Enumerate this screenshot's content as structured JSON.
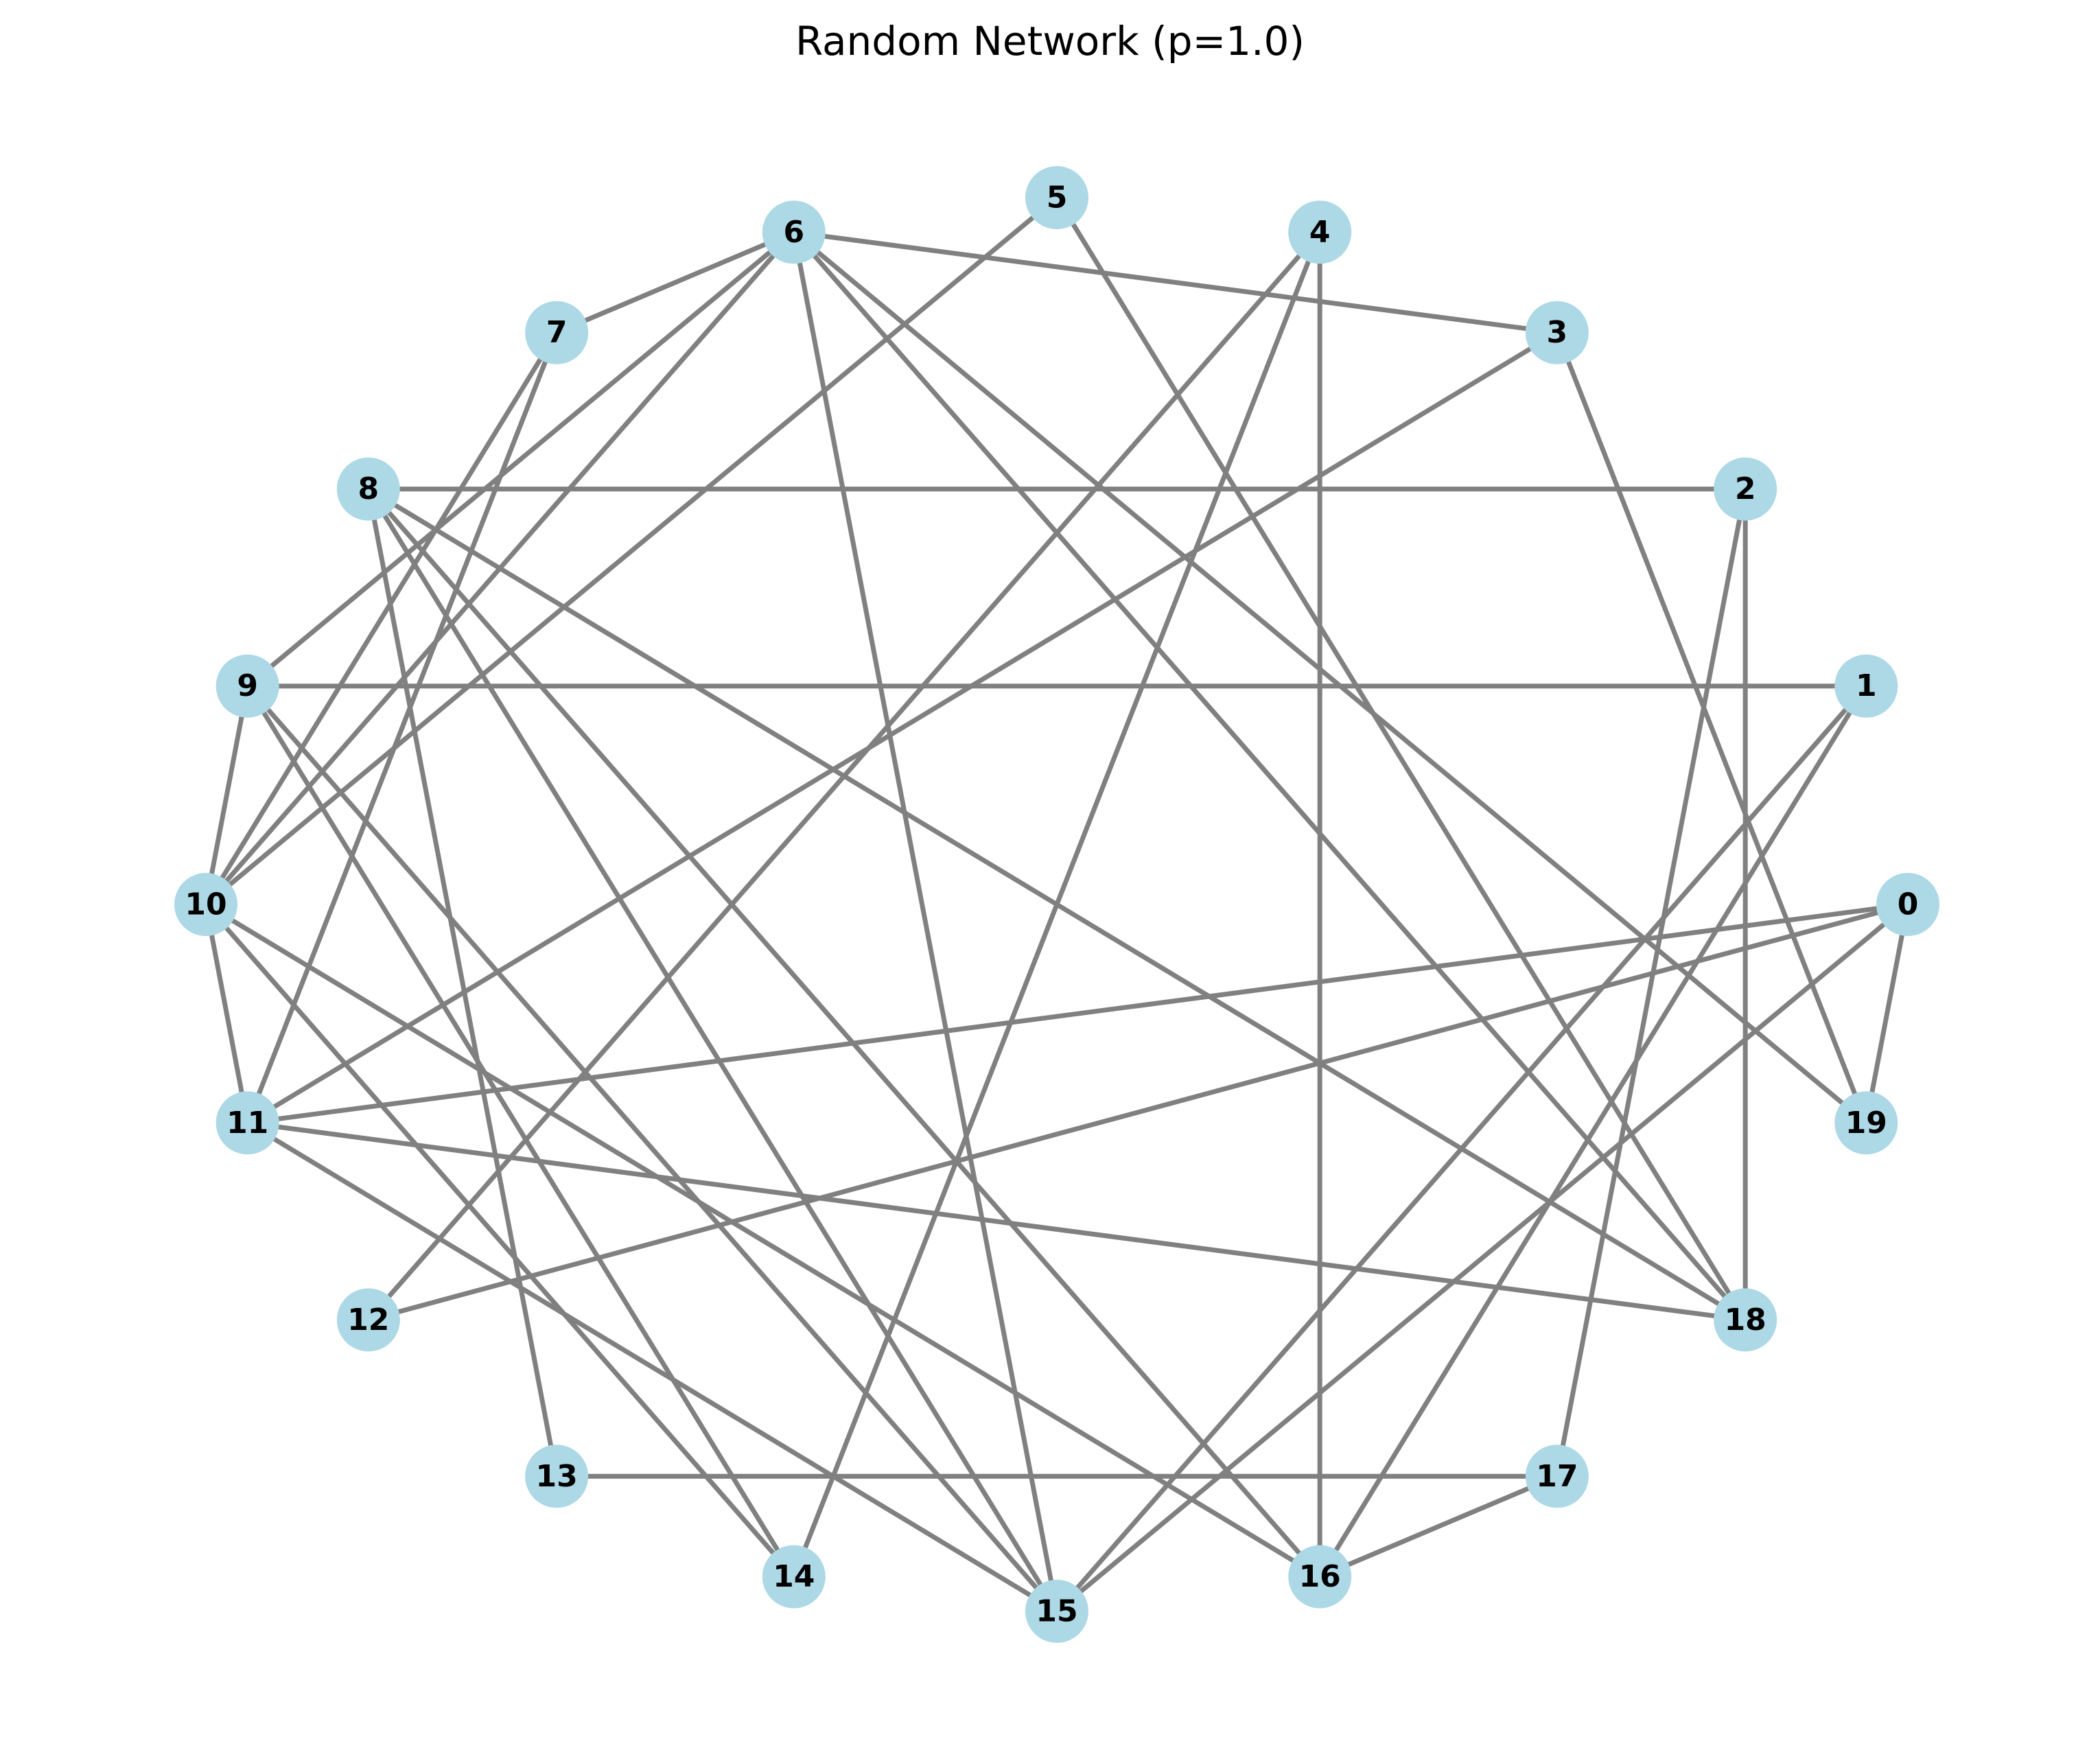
{
  "title": "Random Network (p=1.0)",
  "style": {
    "node_color": "#add8e6",
    "edge_color": "#808080",
    "label_color": "#000000",
    "background": "#ffffff"
  },
  "layout_type": "circular",
  "nodes": [
    "0",
    "1",
    "2",
    "3",
    "4",
    "5",
    "6",
    "7",
    "8",
    "9",
    "10",
    "11",
    "12",
    "13",
    "14",
    "15",
    "16",
    "17",
    "18",
    "19"
  ],
  "edges": [
    [
      "0",
      "11"
    ],
    [
      "0",
      "12"
    ],
    [
      "0",
      "15"
    ],
    [
      "0",
      "19"
    ],
    [
      "1",
      "9"
    ],
    [
      "1",
      "15"
    ],
    [
      "1",
      "16"
    ],
    [
      "2",
      "8"
    ],
    [
      "2",
      "17"
    ],
    [
      "2",
      "18"
    ],
    [
      "3",
      "6"
    ],
    [
      "3",
      "11"
    ],
    [
      "3",
      "19"
    ],
    [
      "4",
      "12"
    ],
    [
      "4",
      "14"
    ],
    [
      "4",
      "16"
    ],
    [
      "5",
      "10"
    ],
    [
      "5",
      "18"
    ],
    [
      "6",
      "7"
    ],
    [
      "6",
      "9"
    ],
    [
      "6",
      "10"
    ],
    [
      "6",
      "15"
    ],
    [
      "6",
      "18"
    ],
    [
      "6",
      "19"
    ],
    [
      "7",
      "10"
    ],
    [
      "7",
      "11"
    ],
    [
      "8",
      "13"
    ],
    [
      "8",
      "15"
    ],
    [
      "8",
      "16"
    ],
    [
      "8",
      "18"
    ],
    [
      "9",
      "10"
    ],
    [
      "9",
      "14"
    ],
    [
      "9",
      "15"
    ],
    [
      "10",
      "11"
    ],
    [
      "10",
      "14"
    ],
    [
      "10",
      "16"
    ],
    [
      "11",
      "15"
    ],
    [
      "11",
      "18"
    ],
    [
      "13",
      "17"
    ],
    [
      "16",
      "17"
    ]
  ]
}
